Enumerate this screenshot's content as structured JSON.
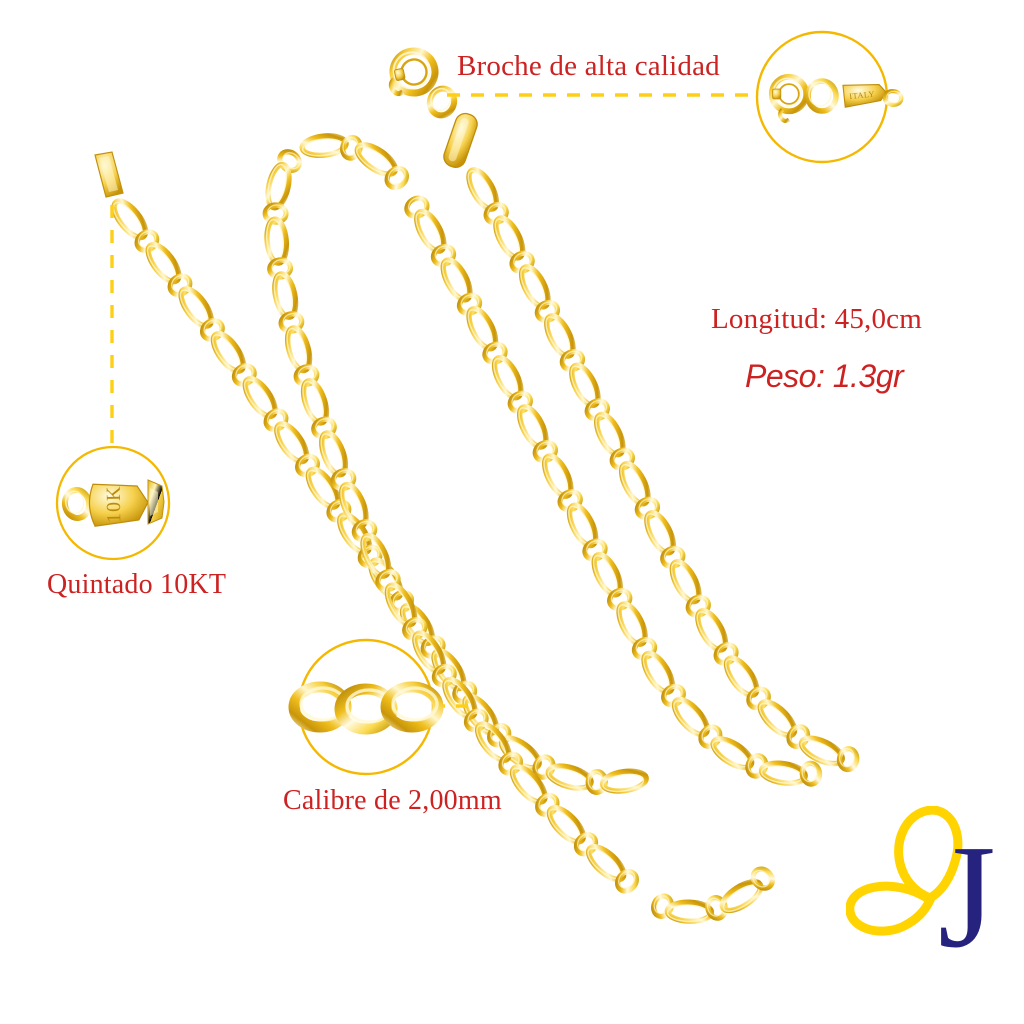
{
  "product": {
    "type": "gold-figaro-chain-necklace",
    "material_note": "10K gold plated / quintado",
    "origin_stamp": "ITALY",
    "karat_stamp": "10K"
  },
  "annotations": {
    "clasp": {
      "text": "Broche de alta calidad",
      "icon": "magnifier-circle-icon",
      "color": "#cc2222"
    },
    "karat": {
      "text": "Quintado 10KT",
      "icon": "magnifier-circle-icon",
      "color": "#cc2222"
    },
    "gauge": {
      "text": "Calibre de 2,00mm",
      "icon": "magnifier-circle-icon",
      "color": "#cc2222"
    }
  },
  "specs": {
    "length_label": "Longitud: 45,0cm",
    "weight_label": "Peso: 1.3gr",
    "length_value": "45,0cm",
    "weight_value": "1.3gr"
  },
  "detail_stamps": {
    "clasp_tag_text": "ITALY",
    "karat_tag_text": "10K"
  },
  "logo": {
    "letter": "J",
    "letter_color": "#26237e",
    "butterfly_color": "#ffd400",
    "name": "butterfly-j-logo"
  },
  "palette": {
    "background": "#ffffff",
    "text_red": "#cc2222",
    "leader_yellow": "#ffcf16",
    "circle_outline": "#f5b800",
    "gold_light": "#fff6c2",
    "gold_mid": "#f3c424",
    "gold_dark": "#b98a09",
    "logo_blue": "#26237e",
    "logo_yellow": "#ffd400"
  }
}
